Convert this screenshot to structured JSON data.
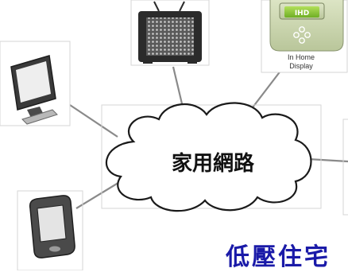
{
  "cloud": {
    "label": "家用網路"
  },
  "ihd": {
    "badge": "IHD",
    "caption_line1": "In Home",
    "caption_line2": "Display"
  },
  "footer": {
    "title": "低壓住宅"
  },
  "colors": {
    "connector": "#8a8a8a",
    "panel_border": "#d6d6d6",
    "ihd_green": "#8dc63f",
    "footer_text": "#1a1aa8"
  },
  "icons": [
    "monitor-icon",
    "television-icon",
    "in-home-display-icon",
    "handheld-device-icon"
  ]
}
